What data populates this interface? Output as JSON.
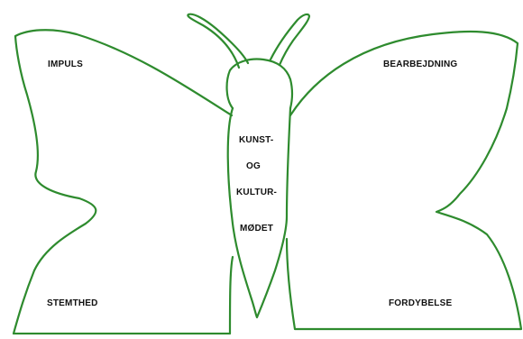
{
  "diagram": {
    "outline_color": "#2e8b2e",
    "wings": {
      "top_left": "IMPULS",
      "top_right": "BEARBEJDNING",
      "bottom_left": "STEMTHED",
      "bottom_right": "FORDYBELSE"
    },
    "body_text": {
      "line1": "KUNST-",
      "line2": "OG",
      "line3": "KULTUR-",
      "line4": "MØDET"
    }
  }
}
